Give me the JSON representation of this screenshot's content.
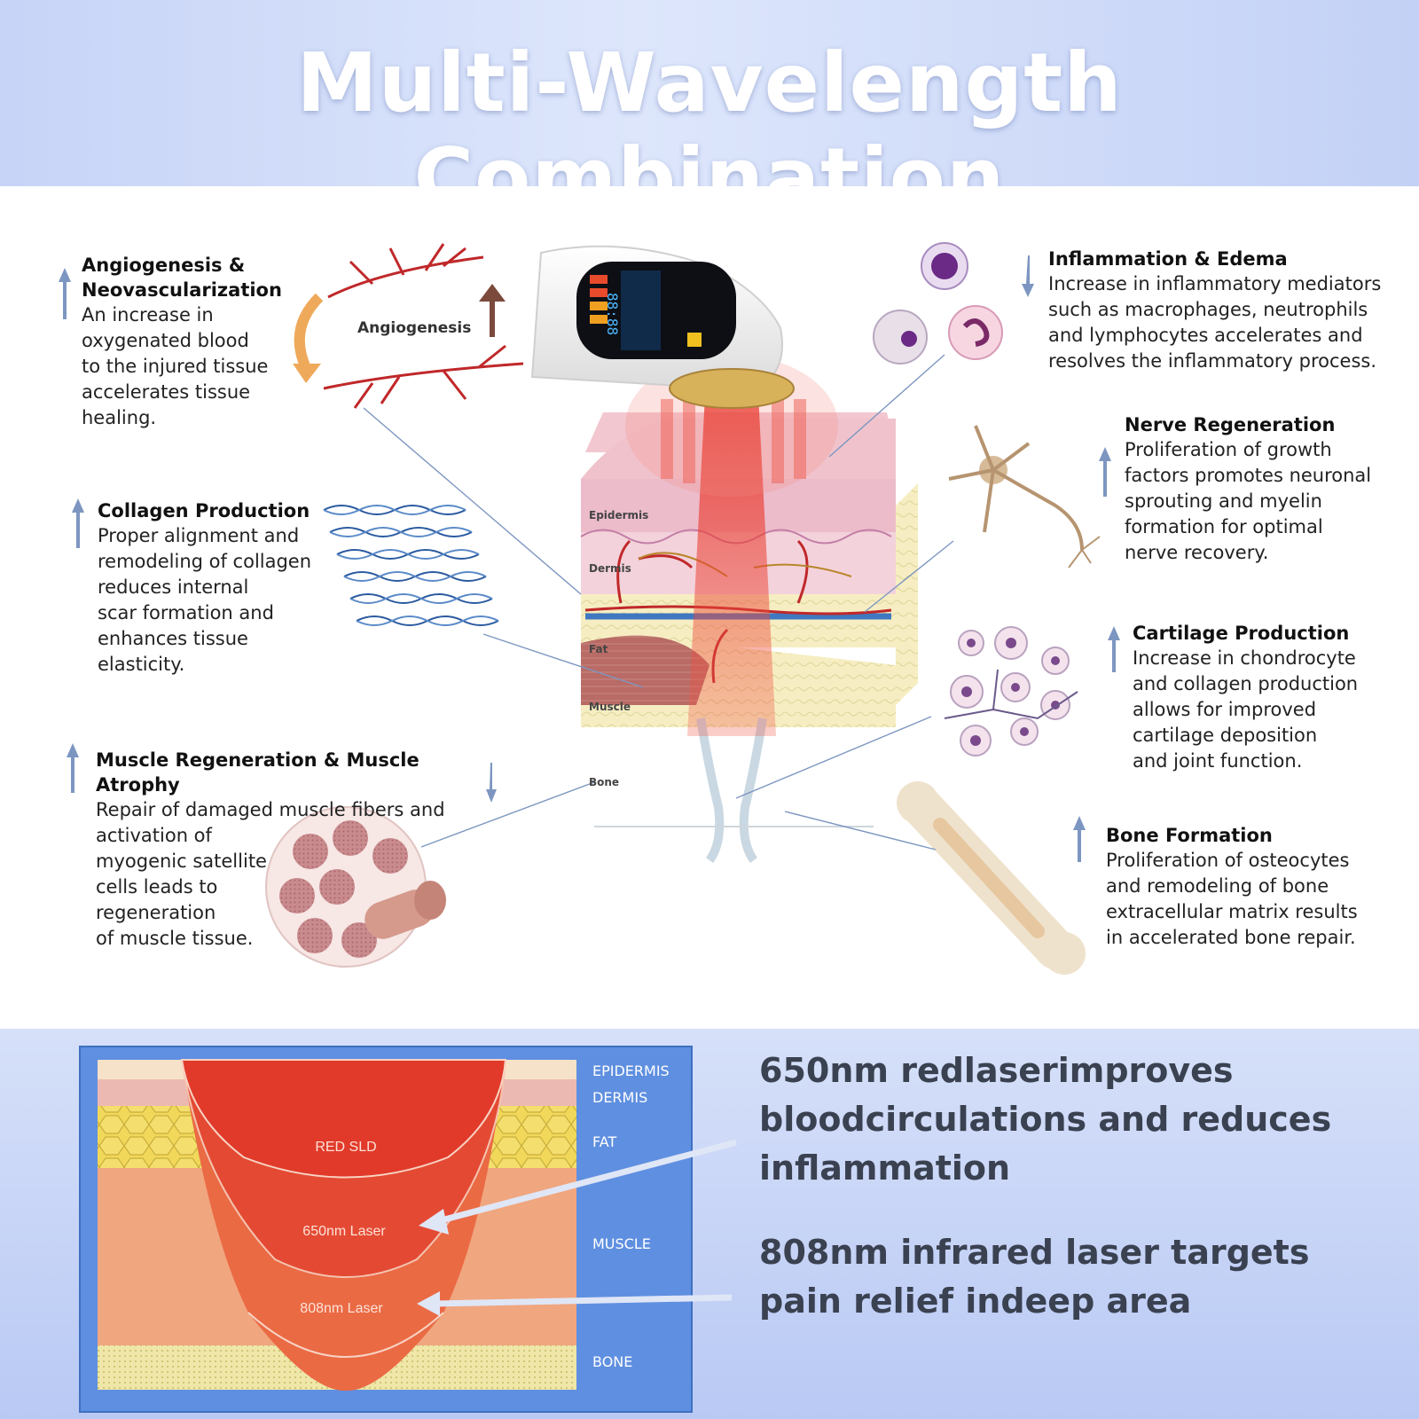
{
  "header": {
    "title": "Multi-Wavelength Combination"
  },
  "diagram": {
    "angiogenesis_label": "Angiogenesis",
    "device_display": "88:88",
    "layers": {
      "epidermis": "Epidermis",
      "dermis": "Dermis",
      "fat": "Fat",
      "muscle": "Muscle",
      "bone": "Bone"
    }
  },
  "benefits": {
    "angiogenesis": {
      "title_line1": "Angiogenesis &",
      "title_line2": "Neovascularization",
      "body": [
        "An increase in",
        "oxygenated blood",
        "to the injured tissue",
        "accelerates tissue",
        "healing."
      ]
    },
    "collagen": {
      "title": "Collagen Production",
      "body": [
        "Proper alignment and",
        "remodeling of collagen",
        "reduces internal",
        "scar formation and",
        "enhances tissue",
        "elasticity."
      ]
    },
    "muscle": {
      "title": "Muscle Regeneration & Muscle Atrophy",
      "body": [
        "Repair of damaged muscle fibers and",
        "activation of",
        "myogenic satellite",
        "cells leads to",
        "regeneration",
        "of muscle tissue."
      ]
    },
    "inflammation": {
      "title": "Inflammation & Edema",
      "body": [
        "Increase in inflammatory mediators",
        "such as macrophages, neutrophils",
        "and lymphocytes accelerates and",
        "resolves the inflammatory process."
      ]
    },
    "nerve": {
      "title": "Nerve Regeneration",
      "body": [
        "Proliferation of growth",
        "factors promotes neuronal",
        "sprouting and myelin",
        "formation for optimal",
        "nerve recovery."
      ]
    },
    "cartilage": {
      "title": "Cartilage Production",
      "body": [
        "Increase in chondrocyte",
        "and collagen production",
        "allows for improved",
        "cartilage deposition",
        "and joint function."
      ]
    },
    "bone": {
      "title": "Bone Formation",
      "body": [
        "Proliferation of osteocytes",
        "and remodeling of bone",
        "extracellular matrix results",
        "in accelerated bone repair."
      ]
    }
  },
  "penetration": {
    "layers": {
      "epidermis": "EPIDERMIS",
      "dermis": "DERMIS",
      "fat": "FAT",
      "muscle": "MUSCLE",
      "bone": "BONE"
    },
    "zones": {
      "red_sld": "RED SLD",
      "laser_650": "650nm Laser",
      "laser_808": "808nm Laser"
    }
  },
  "claims": {
    "red_650": [
      "650nm redlaserimproves",
      "bloodcirculations and reduces",
      "inflammation"
    ],
    "ir_808": [
      "808nm infrared laser targets",
      "pain relief indeep area"
    ]
  },
  "colors": {
    "arrow": "#7d96c1",
    "laser_red": "#e03a2a",
    "header_bg": "#c7d4f7",
    "panel_blue": "#5f8fe0"
  }
}
